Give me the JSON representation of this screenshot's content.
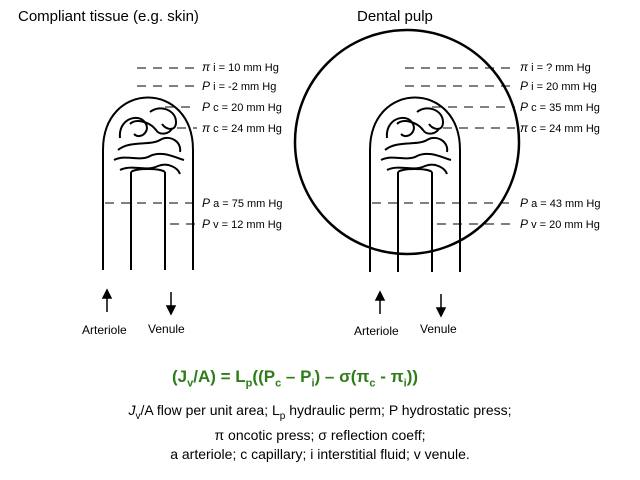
{
  "titles": {
    "left": "Compliant tissue (e.g. skin)",
    "right": "Dental pulp"
  },
  "left_labels": [
    {
      "sym": "π",
      "text": " i = 10 mm Hg"
    },
    {
      "sym": "P",
      "text": " i = -2 mm Hg"
    },
    {
      "sym": "P",
      "text": " c = 20 mm Hg"
    },
    {
      "sym": "π",
      "text": " c = 24 mm Hg"
    },
    {
      "sym": "P",
      "text": " a = 75 mm Hg"
    },
    {
      "sym": "P",
      "text": " v = 12 mm Hg"
    }
  ],
  "right_labels": [
    {
      "sym": "π",
      "text": " i = ? mm Hg"
    },
    {
      "sym": "P",
      "text": " i = 20 mm Hg"
    },
    {
      "sym": "P",
      "text": " c = 35 mm Hg"
    },
    {
      "sym": "π",
      "text": " c = 24 mm Hg"
    },
    {
      "sym": "P",
      "text": " a = 43 mm Hg"
    },
    {
      "sym": "P",
      "text": " v = 20 mm Hg"
    }
  ],
  "vessels": {
    "arteriole": "Arteriole",
    "venule": "Venule"
  },
  "equation": {
    "open": "(J",
    "sub_v": "v",
    "mid1": "/A) = L",
    "sub_p": "p",
    "mid2": "((P",
    "sub_c": "c",
    "mid3": " – P",
    "sub_i": "i",
    "mid4": ") – σ(π",
    "sub_c2": "c",
    "mid5": " - π",
    "sub_i2": "i",
    "close": "))"
  },
  "legend": {
    "line1_a": "J",
    "line1_sub_v": "v",
    "line1_b": "/A flow per unit area; L",
    "line1_sub_p": "p",
    "line1_c": " hydraulic perm; P hydrostatic press;",
    "line2": "π oncotic press; σ reflection coeff;",
    "line3": "a arteriole; c capillary; i interstitial fluid;  v venule."
  }
}
